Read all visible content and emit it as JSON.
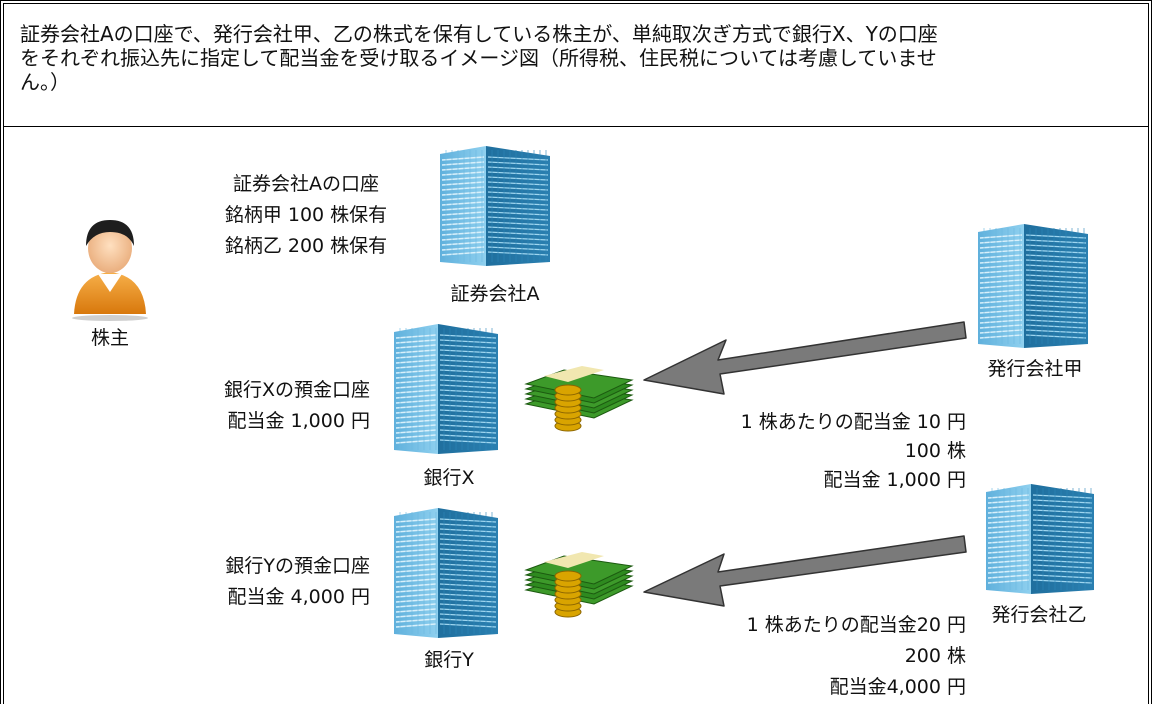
{
  "title_lines": [
    "証券会社Aの口座で、発行会社甲、乙の株式を保有している株主が、単純取次ぎ方式で銀行X、Yの口座",
    "をそれぞれ振込先に指定して配当金を受け取るイメージ図（所得税、住民税については考慮していませ",
    "ん。）"
  ],
  "shareholder": {
    "label": "株主",
    "icon": "person-icon"
  },
  "securities_account": {
    "lines": [
      "証券会社Aの口座",
      "銘柄甲 100 株保有",
      "銘柄乙 200 株保有"
    ],
    "building_label": "証券会社A"
  },
  "bank_x": {
    "account_lines": [
      "銀行Xの預金口座",
      "配当金 1,000 円"
    ],
    "building_label": "銀行X"
  },
  "bank_y": {
    "account_lines": [
      "銀行Yの預金口座",
      "配当金 4,000 円"
    ],
    "building_label": "銀行Y"
  },
  "issuer_ko": {
    "label": "発行会社甲",
    "dividend_lines": [
      "1 株あたりの配当金 10 円",
      "100 株",
      "配当金 1,000 円"
    ]
  },
  "issuer_otsu": {
    "label": "発行会社乙",
    "dividend_lines": [
      "1 株あたりの配当金20 円",
      "200 株",
      "配当金4,000 円"
    ]
  },
  "colors": {
    "building_dark": "#2a7fb0",
    "building_light": "#5fb0dc",
    "arrow_fill": "#7a7a7a",
    "money_green": "#3d9a2a",
    "coin_gold": "#d9a400",
    "person_orange": "#f09a1e"
  },
  "icons": [
    "building-icon",
    "money-icon",
    "arrow-icon",
    "person-icon"
  ]
}
